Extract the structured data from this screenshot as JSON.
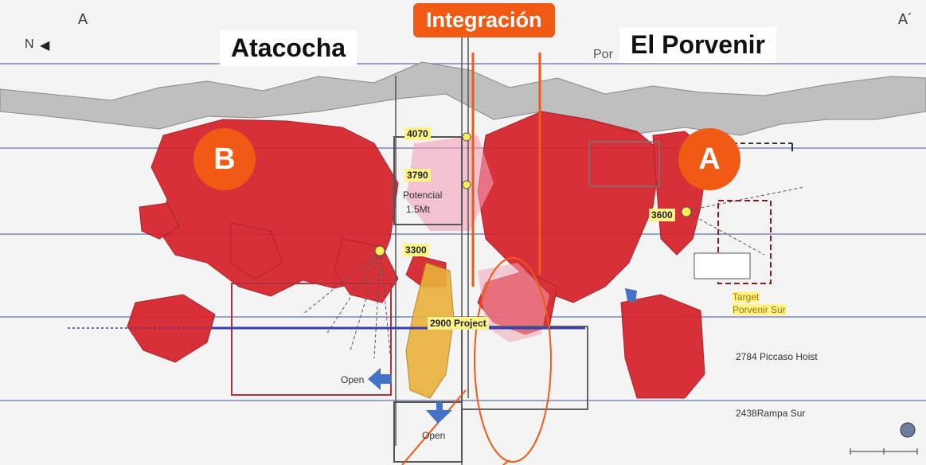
{
  "section": {
    "left_marker": "A",
    "right_marker": "A´",
    "north_label": "N"
  },
  "headers": {
    "left": "Atacocha",
    "center": "Integración",
    "right": "El Porvenir",
    "partial": "Por"
  },
  "zones": {
    "a": "A",
    "b": "B"
  },
  "levels": {
    "l4070": "4070",
    "l3790": "3790",
    "l3600": "3600",
    "l3300": "3300",
    "project": "2900 Project"
  },
  "potential": {
    "line1": "Potencial",
    "line2": "1.5Mt"
  },
  "target": {
    "line1": "Target",
    "line2": "Porvenir Sur"
  },
  "infrastructure": {
    "hoist": "2784 Piccaso Hoist",
    "ramp": "2438Rampa Sur"
  },
  "open_labels": {
    "left": "Open",
    "bottom": "Open"
  },
  "colors": {
    "orange": "#f05a14",
    "ore": "#d6202a",
    "gold": "#e8b13a",
    "highlight": "#fff38a"
  }
}
